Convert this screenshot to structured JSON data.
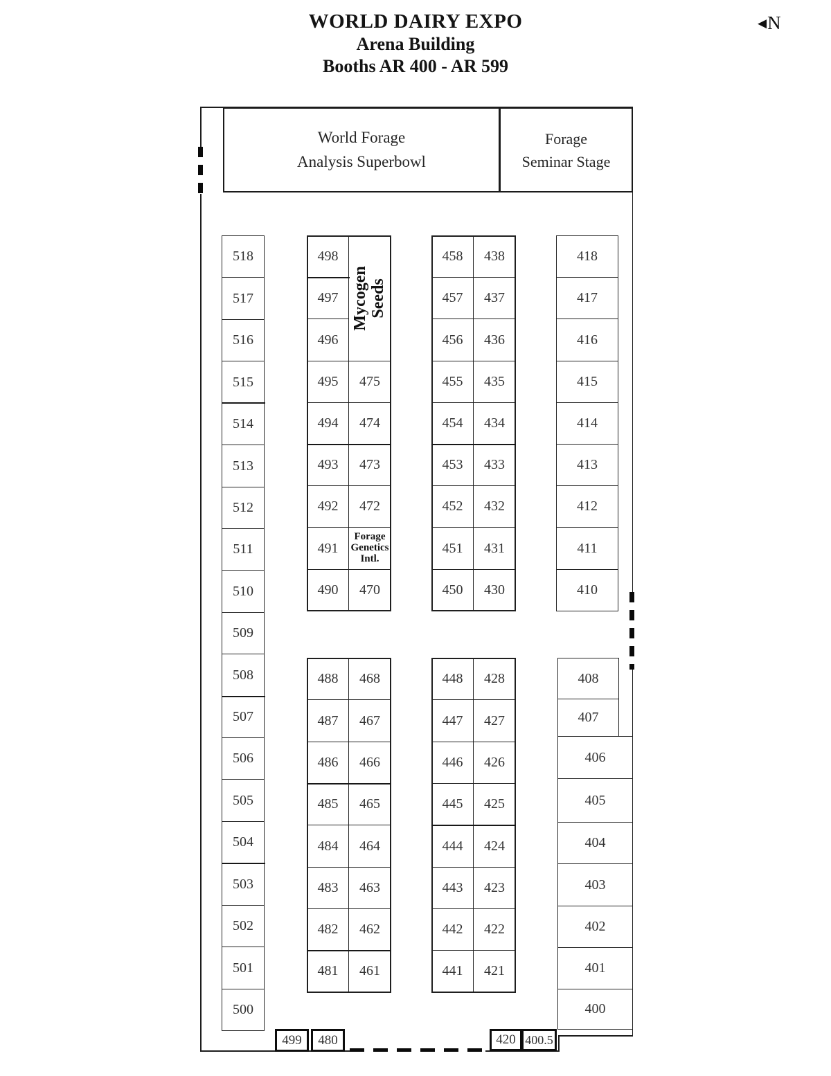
{
  "title": {
    "line1": "WORLD DAIRY EXPO",
    "line2": "Arena Building",
    "line3": "Booths AR 400 - AR 599"
  },
  "north_label": "N",
  "stages": {
    "superbowl": {
      "line1": "World Forage",
      "line2": "Analysis Superbowl"
    },
    "seminar": {
      "line1": "Forage",
      "line2": "Seminar Stage"
    }
  },
  "special_labels": {
    "mycogen_line1": "Mycogen",
    "mycogen_line2": "Seeds",
    "fgi_line1": "Forage",
    "fgi_line2": "Genetics",
    "fgi_line3": "Intl."
  },
  "booths": {
    "left_column": [
      "518",
      "517",
      "516",
      "515",
      "514",
      "513",
      "512",
      "511",
      "510",
      "509",
      "508",
      "507",
      "506",
      "505",
      "504",
      "503",
      "502",
      "501",
      "500"
    ],
    "upper_mid_left": [
      "498",
      "497",
      "496",
      "495",
      "494",
      "493",
      "492",
      "491",
      "490"
    ],
    "upper_mid_right": [
      "475",
      "474",
      "473",
      "472",
      "470"
    ],
    "upper_center_left": [
      "458",
      "457",
      "456",
      "455",
      "454",
      "453",
      "452",
      "451",
      "450"
    ],
    "upper_center_right": [
      "438",
      "437",
      "436",
      "435",
      "434",
      "433",
      "432",
      "431",
      "430"
    ],
    "upper_right_column": [
      "418",
      "417",
      "416",
      "415",
      "414",
      "413",
      "412",
      "411",
      "410"
    ],
    "lower_mid_left": [
      "488",
      "487",
      "486",
      "485",
      "484",
      "483",
      "482",
      "481"
    ],
    "lower_mid_right": [
      "468",
      "467",
      "466",
      "465",
      "464",
      "463",
      "462",
      "461"
    ],
    "lower_center_left": [
      "448",
      "447",
      "446",
      "445",
      "444",
      "443",
      "442",
      "441"
    ],
    "lower_center_right": [
      "428",
      "427",
      "426",
      "425",
      "424",
      "423",
      "422",
      "421"
    ],
    "right_408": "408",
    "right_407": "407",
    "lower_right_column": [
      "406",
      "405",
      "404",
      "403",
      "402",
      "401",
      "400"
    ],
    "bottom_row": [
      "499",
      "480",
      "420",
      "400.5"
    ]
  },
  "colors": {
    "line": "#1d1d1d",
    "text": "#333333",
    "bg": "#ffffff"
  }
}
